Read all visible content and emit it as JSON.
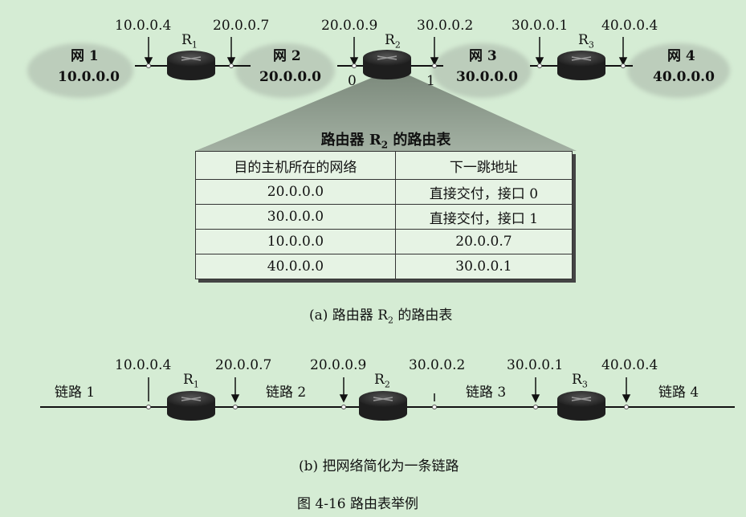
{
  "diagram_a": {
    "networks": [
      {
        "name": "网 1",
        "address": "10.0.0.0"
      },
      {
        "name": "网 2",
        "address": "20.0.0.0"
      },
      {
        "name": "网 3",
        "address": "30.0.0.0"
      },
      {
        "name": "网 4",
        "address": "40.0.0.0"
      }
    ],
    "routers": [
      {
        "label": "R",
        "sub": "1"
      },
      {
        "label": "R",
        "sub": "2"
      },
      {
        "label": "R",
        "sub": "3"
      }
    ],
    "interfaces": [
      "10.0.0.4",
      "20.0.0.7",
      "20.0.0.9",
      "30.0.0.2",
      "30.0.0.1",
      "40.0.0.4"
    ],
    "ports": [
      "0",
      "1"
    ]
  },
  "routing_table": {
    "title_pre": "路由器 R",
    "title_sub": "2",
    "title_post": " 的路由表",
    "headers": [
      "目的主机所在的网络",
      "下一跳地址"
    ],
    "rows": [
      [
        "20.0.0.0",
        "直接交付，接口 0"
      ],
      [
        "30.0.0.0",
        "直接交付，接口 1"
      ],
      [
        "10.0.0.0",
        "20.0.0.7"
      ],
      [
        "40.0.0.0",
        "30.0.0.1"
      ]
    ]
  },
  "caption_a": {
    "pre": "(a) 路由器 R",
    "sub": "2",
    "post": " 的路由表"
  },
  "diagram_b": {
    "links": [
      "链路 1",
      "链路 2",
      "链路 3",
      "链路 4"
    ],
    "routers": [
      {
        "label": "R",
        "sub": "1"
      },
      {
        "label": "R",
        "sub": "2"
      },
      {
        "label": "R",
        "sub": "3"
      }
    ],
    "interfaces": [
      "10.0.0.4",
      "20.0.0.7",
      "20.0.0.9",
      "30.0.0.2",
      "30.0.0.1",
      "40.0.0.4"
    ]
  },
  "caption_b": "(b) 把网络简化为一条链路",
  "figure_caption": "图 4-16    路由表举例",
  "colors": {
    "background": "#d5ecd4",
    "router": "#2a2a2a",
    "cloud": "#b9ccb8"
  }
}
